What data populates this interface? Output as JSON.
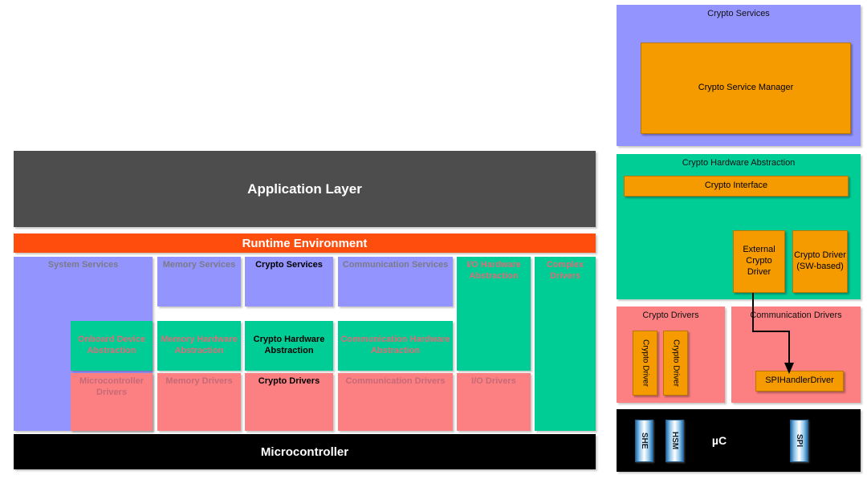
{
  "left_stack": {
    "application_layer": {
      "label": "Application Layer",
      "color": "#4d4d4d"
    },
    "runtime_environment": {
      "label": "Runtime Environment",
      "color": "#ff4d0d"
    },
    "microcontroller": {
      "label": "Microcontroller",
      "color": "#000000"
    },
    "colors": {
      "services_purple": "#9494fe",
      "hardware_abstraction_green": "#00cc96",
      "drivers_pink": "#fc7f81",
      "dimmed_text": "#7a7a88",
      "highlight_text": "#000000"
    },
    "services_row": [
      {
        "label": "System Services",
        "color": "#9494fe",
        "highlighted": false
      },
      {
        "label": "Memory Services",
        "color": "#9494fe",
        "highlighted": false
      },
      {
        "label": "Crypto Services",
        "color": "#9494fe",
        "highlighted": true
      },
      {
        "label": "Communication Services",
        "color": "#9494fe",
        "highlighted": false
      },
      {
        "label": "I/O Hardware Abstraction",
        "color": "#00cc96",
        "highlighted": false
      },
      {
        "label": "Complex Drivers",
        "color": "#00cc96",
        "highlighted": false
      }
    ],
    "abstraction_row": [
      {
        "label": "Onboard Device Abstraction",
        "color": "#00cc96",
        "highlighted": false
      },
      {
        "label": "Memory Hardware Abstraction",
        "color": "#00cc96",
        "highlighted": false
      },
      {
        "label": "Crypto Hardware Abstraction",
        "color": "#00cc96",
        "highlighted": true
      },
      {
        "label": "Communication Hardware Abstraction",
        "color": "#00cc96",
        "highlighted": false
      }
    ],
    "drivers_row": [
      {
        "label": "Microcontroller Drivers",
        "color": "#fc7f81",
        "highlighted": false
      },
      {
        "label": "Memory Drivers",
        "color": "#fc7f81",
        "highlighted": false
      },
      {
        "label": "Crypto Drivers",
        "color": "#fc7f81",
        "highlighted": true
      },
      {
        "label": "Communication Drivers",
        "color": "#fc7f81",
        "highlighted": false
      },
      {
        "label": "I/O Drivers",
        "color": "#fc7f81",
        "highlighted": false
      }
    ]
  },
  "right_panel": {
    "crypto_services": {
      "title": "Crypto Services",
      "color": "#9494fe",
      "manager": {
        "label": "Crypto Service Manager",
        "color": "#f59b00"
      }
    },
    "crypto_hardware_abstraction": {
      "title": "Crypto Hardware Abstraction",
      "color": "#00cc96",
      "interface": {
        "label": "Crypto Interface",
        "color": "#f59b00"
      },
      "drivers": [
        {
          "label": "External Crypto Driver",
          "color": "#f59b00"
        },
        {
          "label": "Crypto Driver (SW-based)",
          "color": "#f59b00"
        }
      ]
    },
    "crypto_drivers": {
      "title": "Crypto Drivers",
      "color": "#fc7f81",
      "items": [
        {
          "label": "Crypto Driver",
          "color": "#f59b00"
        },
        {
          "label": "Crypto Driver",
          "color": "#f59b00"
        }
      ]
    },
    "communication_drivers": {
      "title": "Communication Drivers",
      "color": "#fc7f81",
      "items": [
        {
          "label": "SPIHandlerDriver",
          "color": "#f59b00"
        }
      ]
    },
    "microcontroller_bar": {
      "label": "µC",
      "color": "#000000",
      "chips": [
        {
          "label": "SHE"
        },
        {
          "label": "HSM"
        },
        {
          "label": "SPI"
        }
      ]
    },
    "connector": {
      "name": "external-crypto-driver-to-spihandlerdriver",
      "from": "External Crypto Driver",
      "to": "SPIHandlerDriver"
    }
  }
}
